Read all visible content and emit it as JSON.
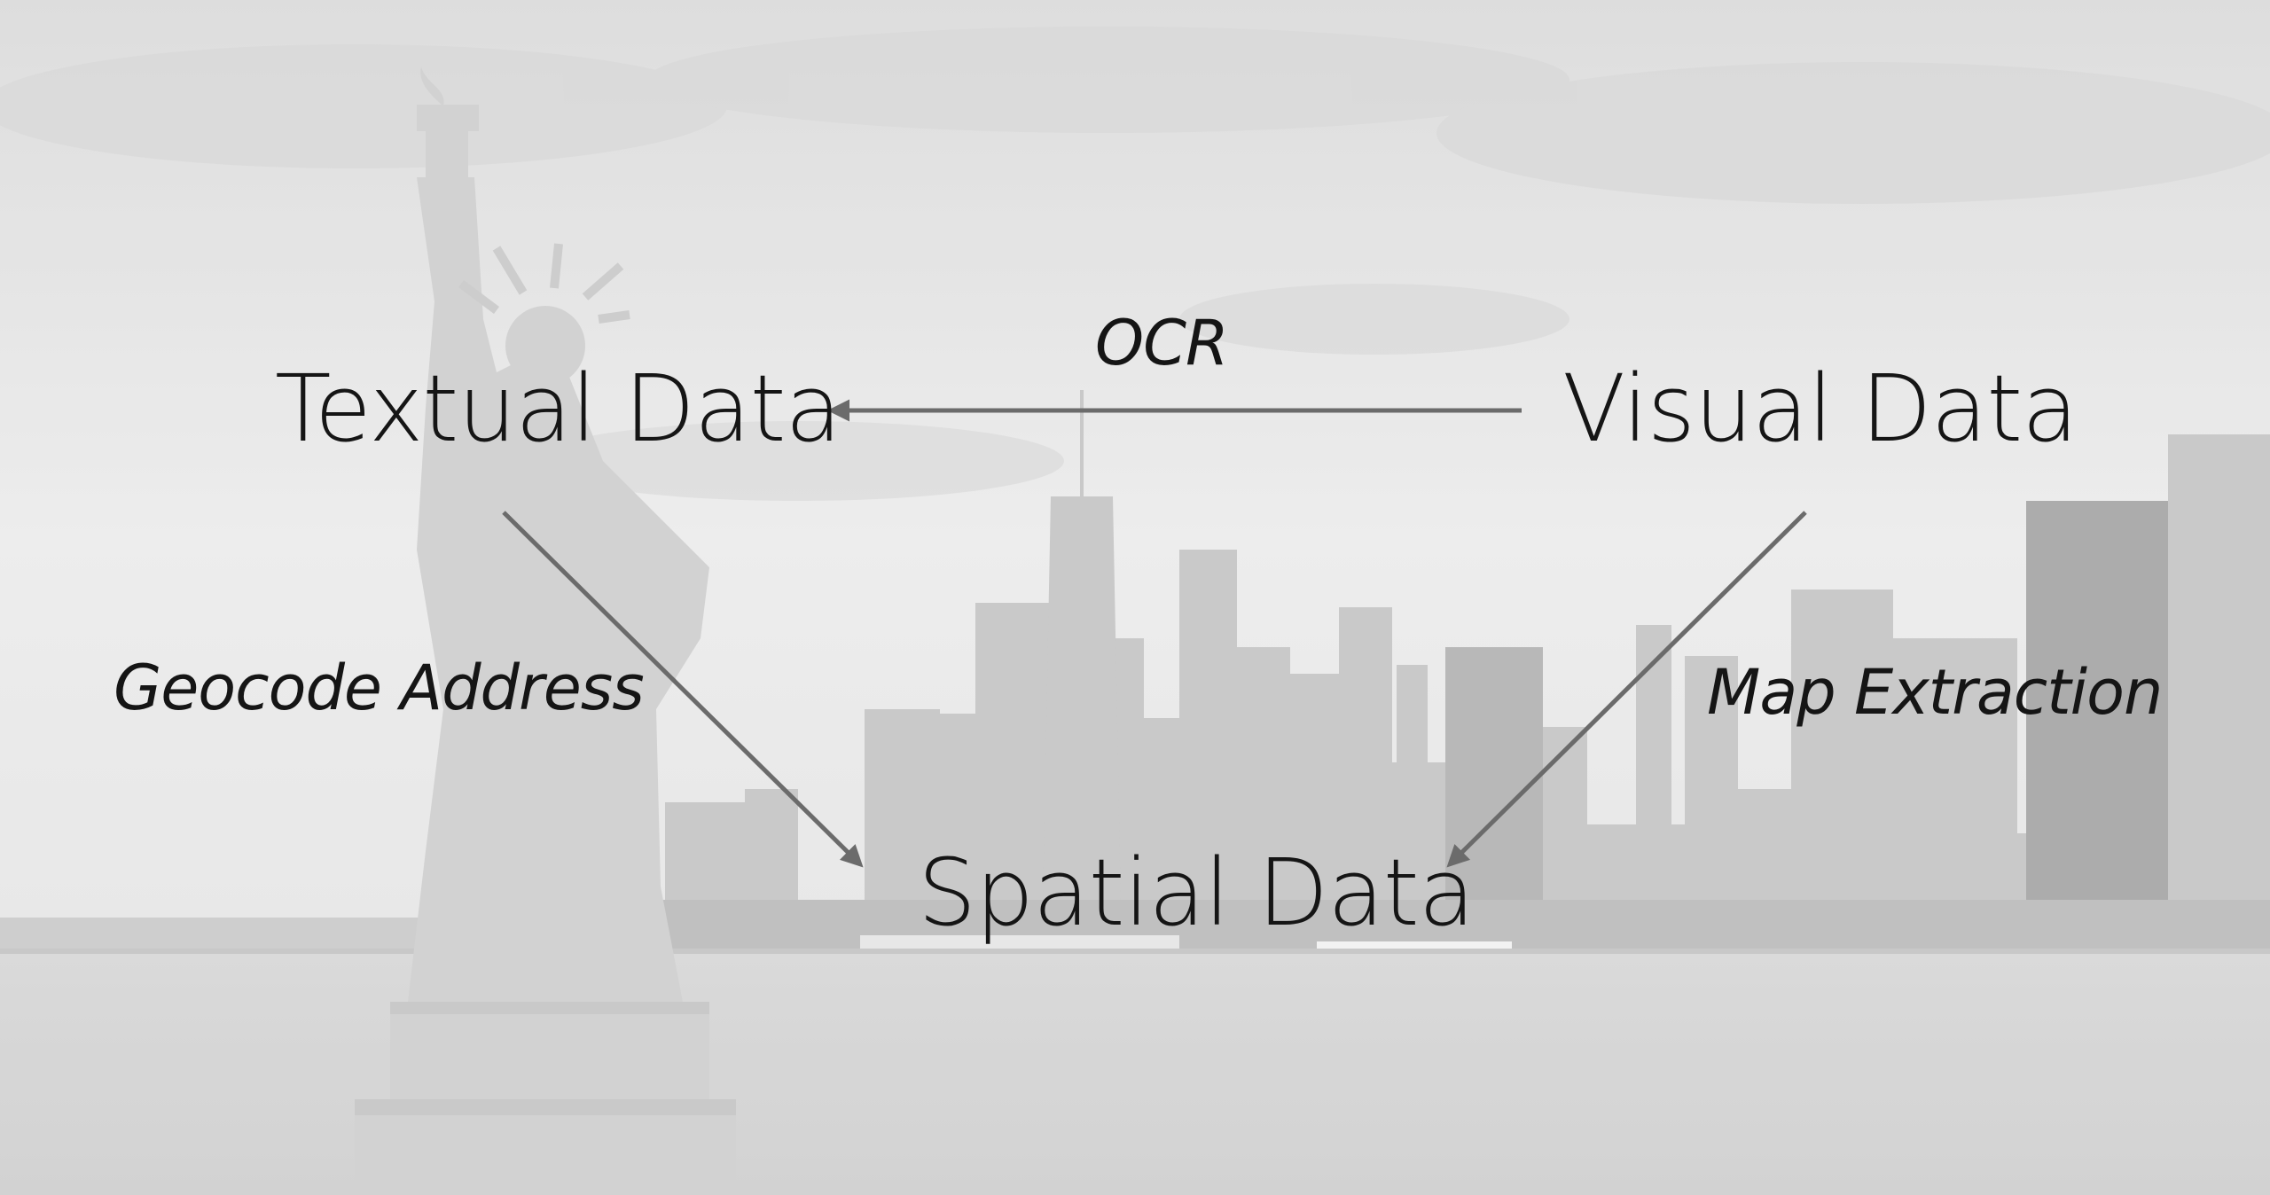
{
  "nodes": {
    "textual": "Textual Data",
    "visual": "Visual Data",
    "spatial": "Spatial Data"
  },
  "edges": {
    "ocr": "OCR",
    "geocode": "Geocode Address",
    "map_extraction": "Map Extraction"
  },
  "colors": {
    "arrow": "#6b6b6b",
    "text": "#151515",
    "background": "#e6e6e6"
  }
}
